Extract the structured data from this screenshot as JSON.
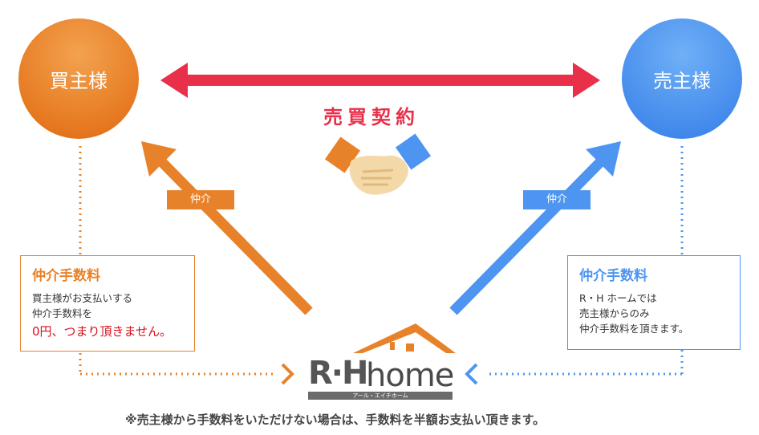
{
  "buyer": {
    "label": "買主様"
  },
  "seller": {
    "label": "売主様"
  },
  "contract": {
    "label": "売買契約"
  },
  "agency_tag_left": "仲介",
  "agency_tag_right": "仲介",
  "buyer_box": {
    "title": "仲介手数料",
    "line1": "買主様がお支払いする",
    "line2": "仲介手数料を",
    "highlight": "0円、つまり頂きません。"
  },
  "seller_box": {
    "title": "仲介手数料",
    "line1": "R・H ホームでは",
    "line2": "売主様からのみ",
    "line3": "仲介手数料を頂きます。"
  },
  "logo": {
    "mark": "R·H",
    "word": "home",
    "tagline": "アール・エイチホーム"
  },
  "footnote": "※売主様から手数料をいただけない場合は、手数料を半額お支払い頂きます。",
  "colors": {
    "orange": "#e8822a",
    "blue": "#4d95f0",
    "red": "#e8304a"
  }
}
